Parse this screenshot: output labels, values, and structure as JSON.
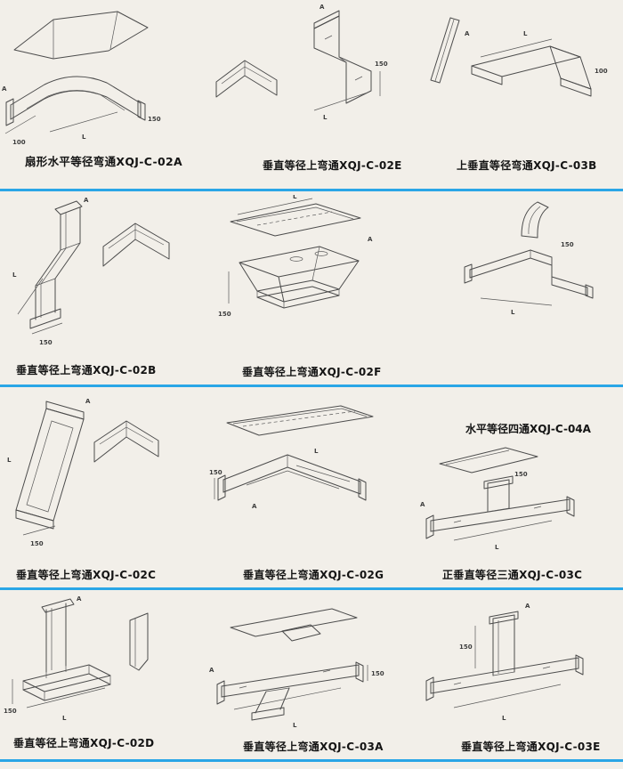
{
  "page": {
    "background": "#f2efe9",
    "divider_color": "#2aa6e6"
  },
  "cells": {
    "r1c1": {
      "label": "扇形水平等径弯通XQJ-C-02A",
      "dims": [
        "L",
        "A",
        "100",
        "150"
      ]
    },
    "r1c2": {
      "label": "垂直等径上弯通XQJ-C-02E",
      "dims": [
        "A",
        "150",
        "L"
      ]
    },
    "r1c3": {
      "label": "上垂直等径弯通XQJ-C-03B",
      "dims": [
        "A",
        "L",
        "100"
      ]
    },
    "r2c1": {
      "label": "垂直等径上弯通XQJ-C-02B",
      "dims": [
        "A",
        "L",
        "150"
      ]
    },
    "r2c2": {
      "label": "垂直等径上弯通XQJ-C-02F",
      "dims": [
        "L",
        "A",
        "150"
      ]
    },
    "r2c3": {
      "dims": [
        "150",
        "L"
      ]
    },
    "r3c1": {
      "label": "垂直等径上弯通XQJ-C-02C",
      "dims": [
        "A",
        "L",
        "150"
      ]
    },
    "r3c2": {
      "label": "垂直等径上弯通XQJ-C-02G",
      "dims": [
        "150",
        "L",
        "A"
      ]
    },
    "r3c3": {
      "top_label": "水平等径四通XQJ-C-04A",
      "label": "正垂直等径三通XQJ-C-03C",
      "dims": [
        "150",
        "A",
        "L"
      ]
    },
    "r4c1": {
      "label": "垂直等径上弯通XQJ-C-02D",
      "dims": [
        "A",
        "150",
        "L"
      ]
    },
    "r4c2": {
      "label": "垂直等径上弯通XQJ-C-03A",
      "dims": [
        "A",
        "L",
        "150"
      ]
    },
    "r4c3": {
      "label": "垂直等径上弯通XQJ-C-03E",
      "dims": [
        "150",
        "A",
        "L"
      ]
    }
  }
}
